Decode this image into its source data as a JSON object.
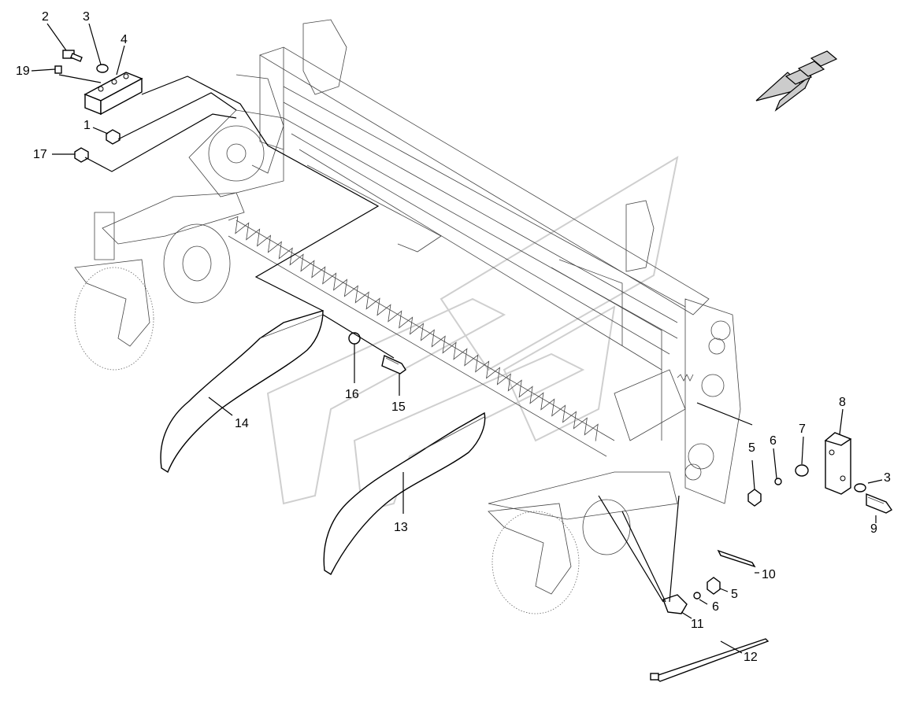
{
  "callouts": {
    "c1": "1",
    "c2": "2",
    "c3a": "3",
    "c3b": "3",
    "c4": "4",
    "c5a": "5",
    "c5b": "5",
    "c6a": "6",
    "c6b": "6",
    "c7": "7",
    "c8": "8",
    "c9": "9",
    "c10": "10",
    "c11": "11",
    "c12": "12",
    "c13": "13",
    "c14": "14",
    "c15": "15",
    "c16": "16",
    "c17": "17",
    "c19": "19"
  },
  "icons": {
    "direction_arrow": "direction-arrow-icon",
    "watermark": "watermark-logo"
  }
}
